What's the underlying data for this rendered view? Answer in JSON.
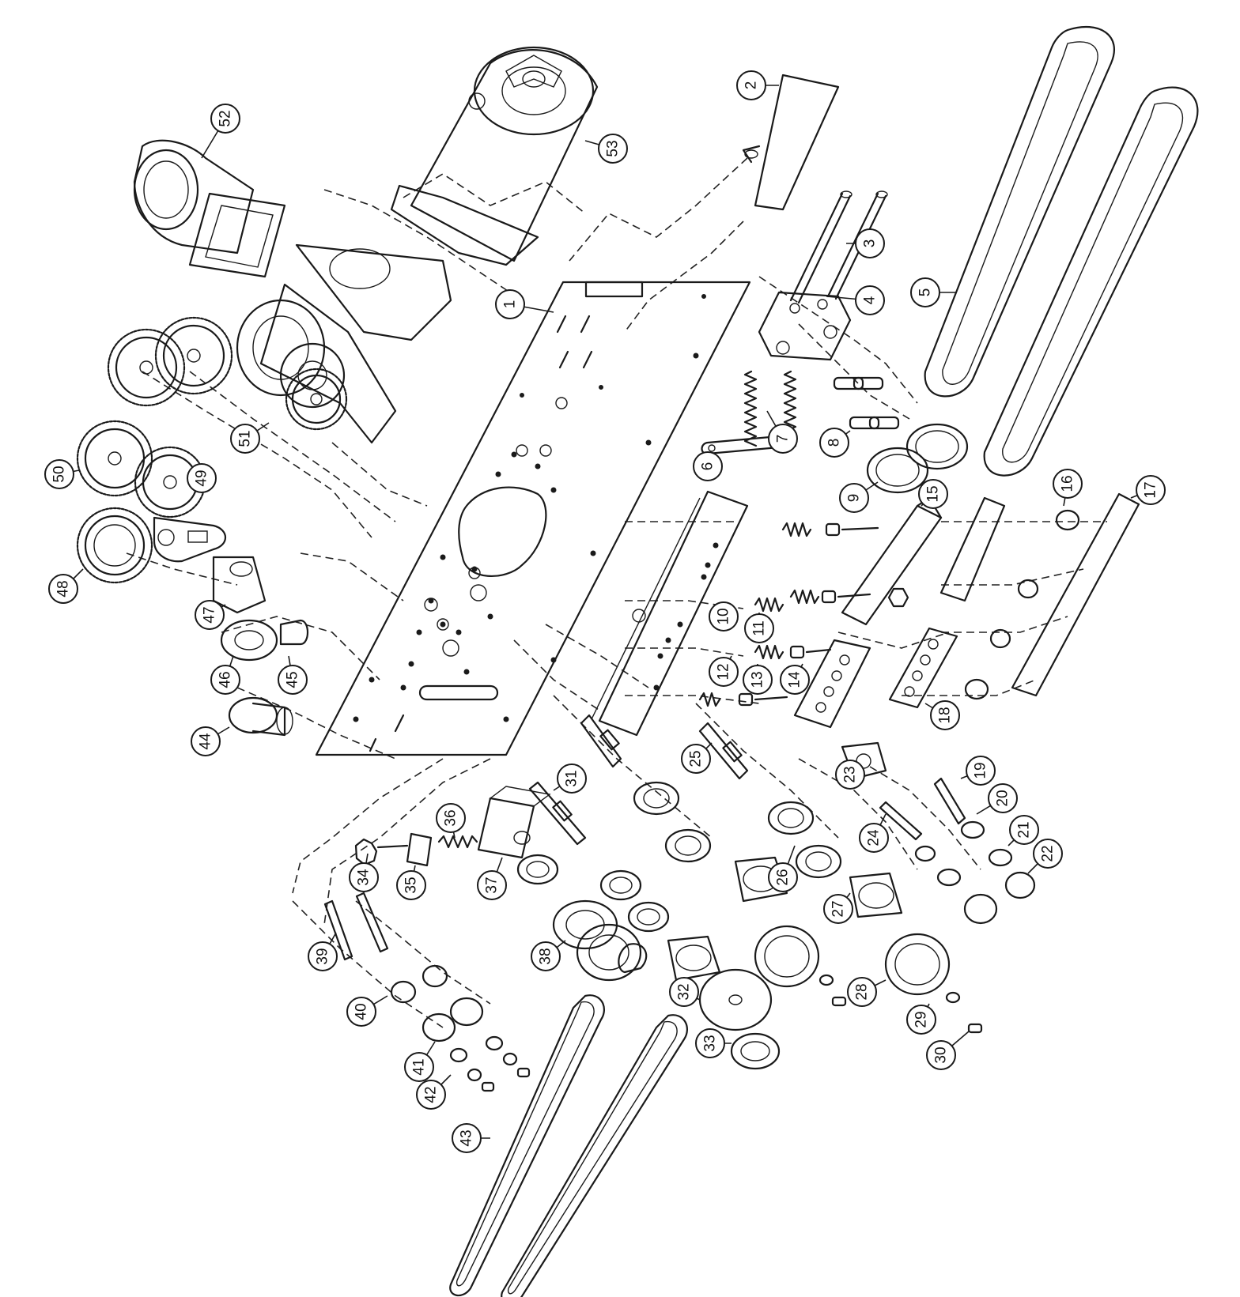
{
  "diagram": {
    "part_numbers": [
      "1",
      "2",
      "3",
      "4",
      "5",
      "6",
      "7",
      "8",
      "9",
      "10",
      "11",
      "12",
      "13",
      "14",
      "15",
      "16",
      "17",
      "18",
      "19",
      "20",
      "21",
      "22",
      "23",
      "24",
      "25",
      "26",
      "27",
      "28",
      "29",
      "30",
      "31",
      "32",
      "33",
      "34",
      "35",
      "36",
      "37",
      "38",
      "39",
      "40",
      "41",
      "42",
      "43",
      "44",
      "45",
      "46",
      "47",
      "48",
      "49",
      "50",
      "51",
      "52",
      "53"
    ],
    "colors": {
      "line": "#1a1a1a",
      "background": "#ffffff"
    }
  }
}
